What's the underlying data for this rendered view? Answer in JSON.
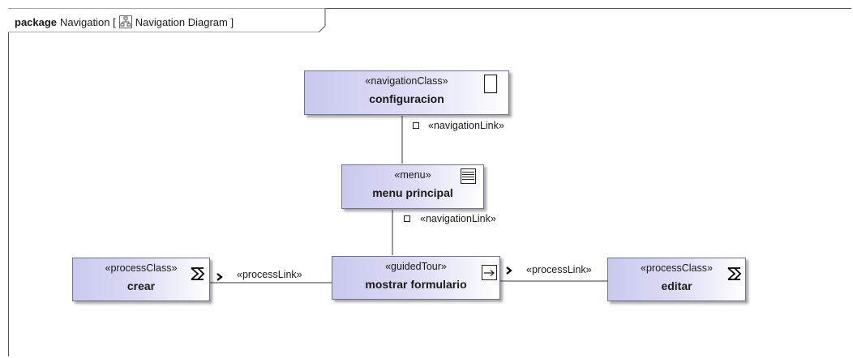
{
  "frame": {
    "keyword": "package",
    "name": "Navigation [",
    "diagram_name": "Navigation Diagram ]",
    "diagram_icon": "diagram-icon"
  },
  "nodes": {
    "configuracion": {
      "stereotype": "«navigationClass»",
      "name": "configuracion",
      "icon": "navigation-class-icon"
    },
    "menu_principal": {
      "stereotype": "«menu»",
      "name": "menu principal",
      "icon": "menu-icon"
    },
    "mostrar_formulario": {
      "stereotype": "«guidedTour»",
      "name": "mostrar formulario",
      "icon": "guided-tour-icon"
    },
    "crear": {
      "stereotype": "«processClass»",
      "name": "crear",
      "icon": "process-class-icon"
    },
    "editar": {
      "stereotype": "«processClass»",
      "name": "editar",
      "icon": "process-class-icon"
    }
  },
  "links": {
    "nav1": "«navigationLink»",
    "nav2": "«navigationLink»",
    "process_left": "«processLink»",
    "process_right": "«processLink»"
  },
  "colors": {
    "node_fill": "#c9c9ee",
    "node_border": "#6f6f8f",
    "line": "#333333"
  }
}
